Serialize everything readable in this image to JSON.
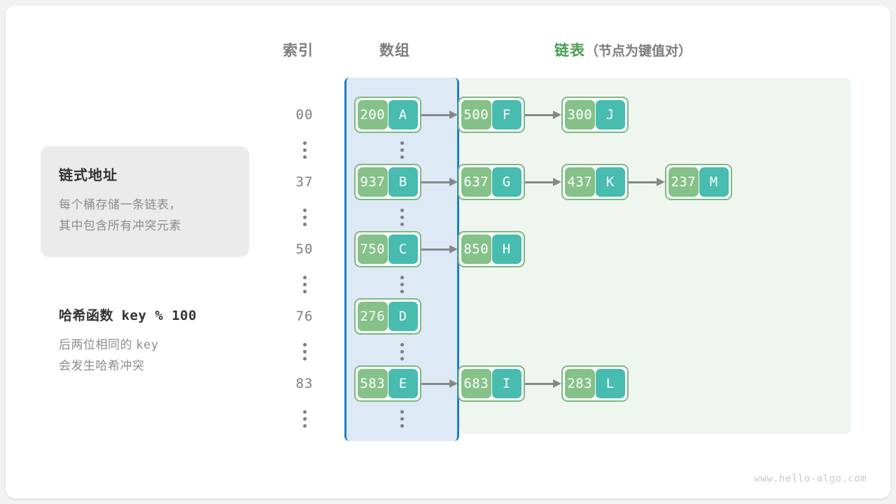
{
  "watermark": "www.hello-algo.com",
  "headers": {
    "index": "索引",
    "array": "数组",
    "list_main": "链表",
    "list_sub": "（节点为键值对）"
  },
  "info_box": {
    "title": "链式地址",
    "line1": "每个桶存储一条链表，",
    "line2": "其中包含所有冲突元素"
  },
  "hash_note": {
    "title_label": "哈希函数",
    "title_expr": "key % 100",
    "line1_pre": "后两位相同的",
    "line1_mono": "key",
    "line2": "会发生哈希冲突"
  },
  "colors": {
    "array_panel_bg": "#ddeaf6",
    "array_panel_border": "#1f7fc4",
    "list_panel_bg": "#eff6ef",
    "node_key_bg": "#85c189",
    "node_val_bg": "#47bcaf",
    "node_border": "#7cb87f",
    "arrow": "#878787",
    "header_gray": "#7d7d7d",
    "header_green": "#4a9e52",
    "info_bg": "#ebebeb"
  },
  "rows": [
    {
      "index": "00",
      "bucket": {
        "key": "200",
        "value": "A"
      },
      "chain": [
        {
          "key": "500",
          "value": "F"
        },
        {
          "key": "300",
          "value": "J"
        }
      ]
    },
    {
      "index": "37",
      "bucket": {
        "key": "937",
        "value": "B"
      },
      "chain": [
        {
          "key": "637",
          "value": "G"
        },
        {
          "key": "437",
          "value": "K"
        },
        {
          "key": "237",
          "value": "M"
        }
      ]
    },
    {
      "index": "50",
      "bucket": {
        "key": "750",
        "value": "C"
      },
      "chain": [
        {
          "key": "850",
          "value": "H"
        }
      ]
    },
    {
      "index": "76",
      "bucket": {
        "key": "276",
        "value": "D"
      },
      "chain": []
    },
    {
      "index": "83",
      "bucket": {
        "key": "583",
        "value": "E"
      },
      "chain": [
        {
          "key": "683",
          "value": "I"
        },
        {
          "key": "283",
          "value": "L"
        }
      ]
    }
  ],
  "ellipsis_glyph": "⋮"
}
